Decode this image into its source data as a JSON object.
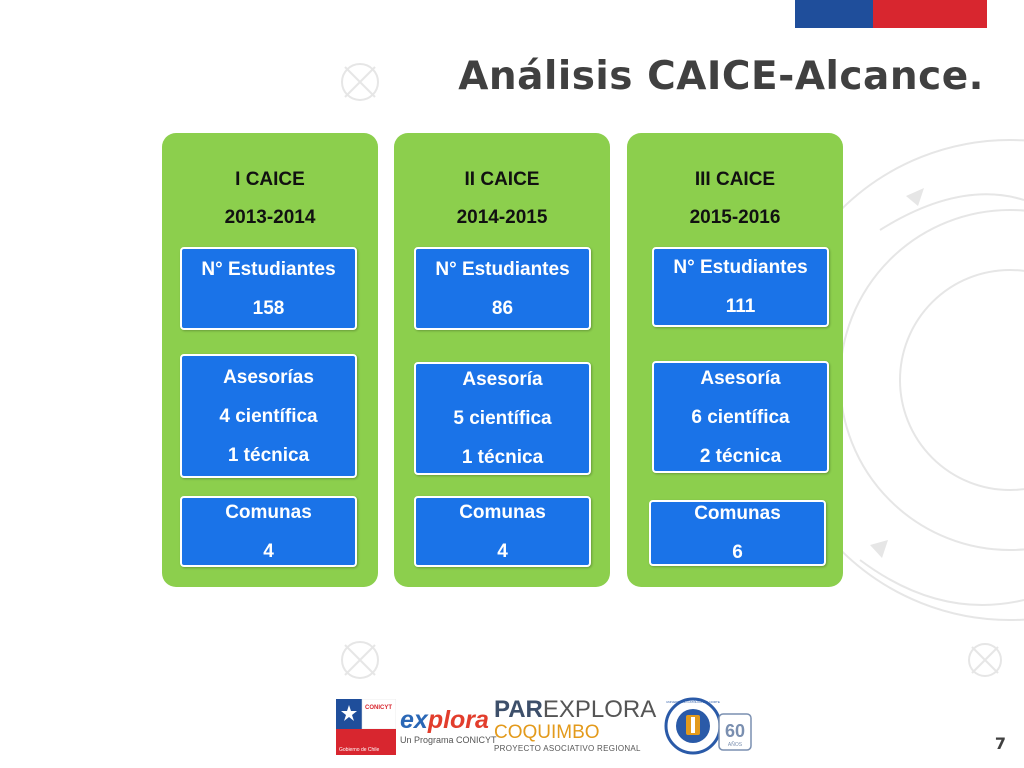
{
  "slide": {
    "title": "Análisis CAICE-Alcance.",
    "page_number": "7",
    "accent_colors": {
      "blue": "#1f4e9b",
      "red": "#d8262f",
      "column_green": "#8ccf4d",
      "box_blue": "#1a73e8"
    }
  },
  "columns": [
    {
      "name": "I CAICE",
      "years": "2013-2014",
      "students": {
        "label": "N° Estudiantes",
        "value": "158"
      },
      "advice": {
        "label": "Asesorías",
        "line1": "4 científica",
        "line2": "1 técnica"
      },
      "communes": {
        "label": "Comunas",
        "value": "4"
      }
    },
    {
      "name": "II CAICE",
      "years": "2014-2015",
      "students": {
        "label": "N° Estudiantes",
        "value": "86"
      },
      "advice": {
        "label": "Asesoría",
        "line1": "5 científica",
        "line2": "1 técnica"
      },
      "communes": {
        "label": "Comunas",
        "value": "4"
      }
    },
    {
      "name": "III CAICE",
      "years": "2015-2016",
      "students": {
        "label": "N° Estudiantes",
        "value": "111"
      },
      "advice": {
        "label": "Asesoría",
        "line1": "6 científica",
        "line2": "2 técnica"
      },
      "communes": {
        "label": "Comunas",
        "value": "6"
      }
    }
  ],
  "footer_logos": {
    "gov_logo_text": "CONICYT",
    "gov_logo_caption": "Gobierno de Chile",
    "explora_word_x": "ex",
    "explora_word_rest": "plora",
    "explora_sub": "Un Programa CONICYT",
    "par_bold": "PAR",
    "par_rest": "EXPLORA",
    "par_region": "COQUIMBO",
    "par_caption": "PROYECTO ASOCIATIVO REGIONAL",
    "university_seal_text": "UNIVERSIDAD CATÓLICA DEL NORTE",
    "anniversary_number": "60",
    "anniversary_caption": "AÑOS"
  }
}
